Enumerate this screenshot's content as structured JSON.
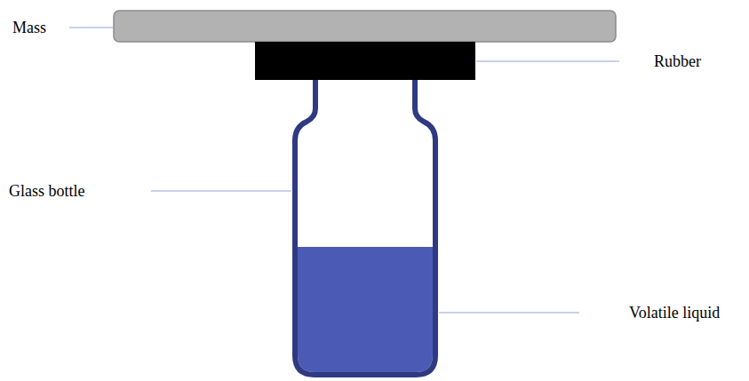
{
  "diagram": {
    "labels": [
      "Mass",
      "Rubber",
      "Glass bottle",
      "Volatile liquid"
    ]
  }
}
